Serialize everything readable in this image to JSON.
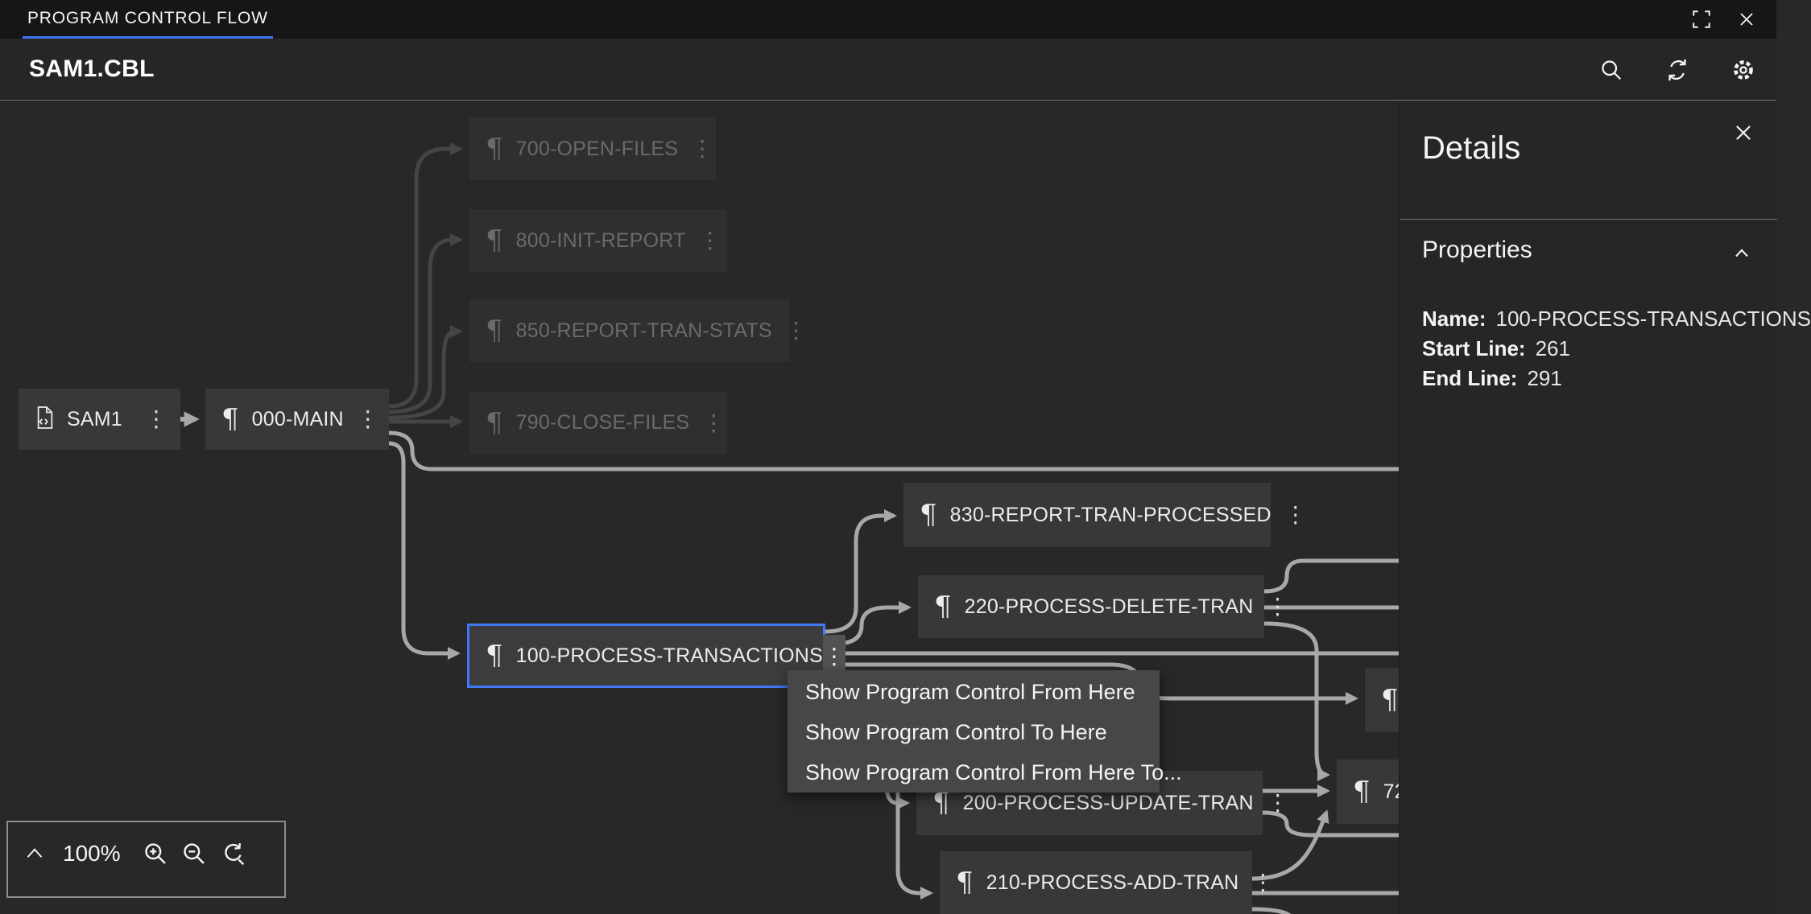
{
  "window": {
    "tab_label": "PROGRAM CONTROL FLOW"
  },
  "header": {
    "title": "SAM1.CBL"
  },
  "glyphs": {
    "pilcrow": "¶",
    "kebab": "⋮"
  },
  "nodes": [
    {
      "label": "SAM1",
      "type": "program-file",
      "state": "normal"
    },
    {
      "label": "000-MAIN",
      "type": "paragraph",
      "state": "normal"
    },
    {
      "label": "700-OPEN-FILES",
      "type": "paragraph",
      "state": "dimmed"
    },
    {
      "label": "800-INIT-REPORT",
      "type": "paragraph",
      "state": "dimmed"
    },
    {
      "label": "850-REPORT-TRAN-STATS",
      "type": "paragraph",
      "state": "dimmed"
    },
    {
      "label": "790-CLOSE-FILES",
      "type": "paragraph",
      "state": "dimmed"
    },
    {
      "label": "100-PROCESS-TRANSACTIONS",
      "type": "paragraph",
      "state": "selected"
    },
    {
      "label": "830-REPORT-TRAN-PROCESSED",
      "type": "paragraph",
      "state": "normal"
    },
    {
      "label": "220-PROCESS-DELETE-TRAN",
      "type": "paragraph",
      "state": "normal"
    },
    {
      "label": "200-PROCESS-UPDATE-TRAN",
      "type": "paragraph",
      "state": "normal"
    },
    {
      "label": "210-PROCESS-ADD-TRAN",
      "type": "paragraph",
      "state": "normal"
    },
    {
      "label": "",
      "type": "paragraph",
      "state": "partial"
    },
    {
      "label": "72",
      "type": "paragraph",
      "state": "partial"
    }
  ],
  "context_menu": {
    "items": [
      "Show Program Control From Here",
      "Show Program Control To Here",
      "Show Program Control From Here To..."
    ]
  },
  "details_panel": {
    "title": "Details",
    "properties": {
      "header": "Properties",
      "rows": [
        {
          "label": "Name:",
          "value": "100-PROCESS-TRANSACTIONS"
        },
        {
          "label": "Start Line:",
          "value": "261"
        },
        {
          "label": "End Line:",
          "value": "291"
        }
      ]
    }
  },
  "zoom_toolbar": {
    "level": "100%"
  },
  "colors": {
    "accent": "#4277f5",
    "edge": "#a8a8a8",
    "edge_dim": "#454545",
    "canvas_bg": "#282828",
    "node_bg": "#383838",
    "node_bg_dim": "#2f2f2f",
    "panel_bg": "#262626",
    "menu_bg": "#474747",
    "topbar_bg": "#161616"
  }
}
